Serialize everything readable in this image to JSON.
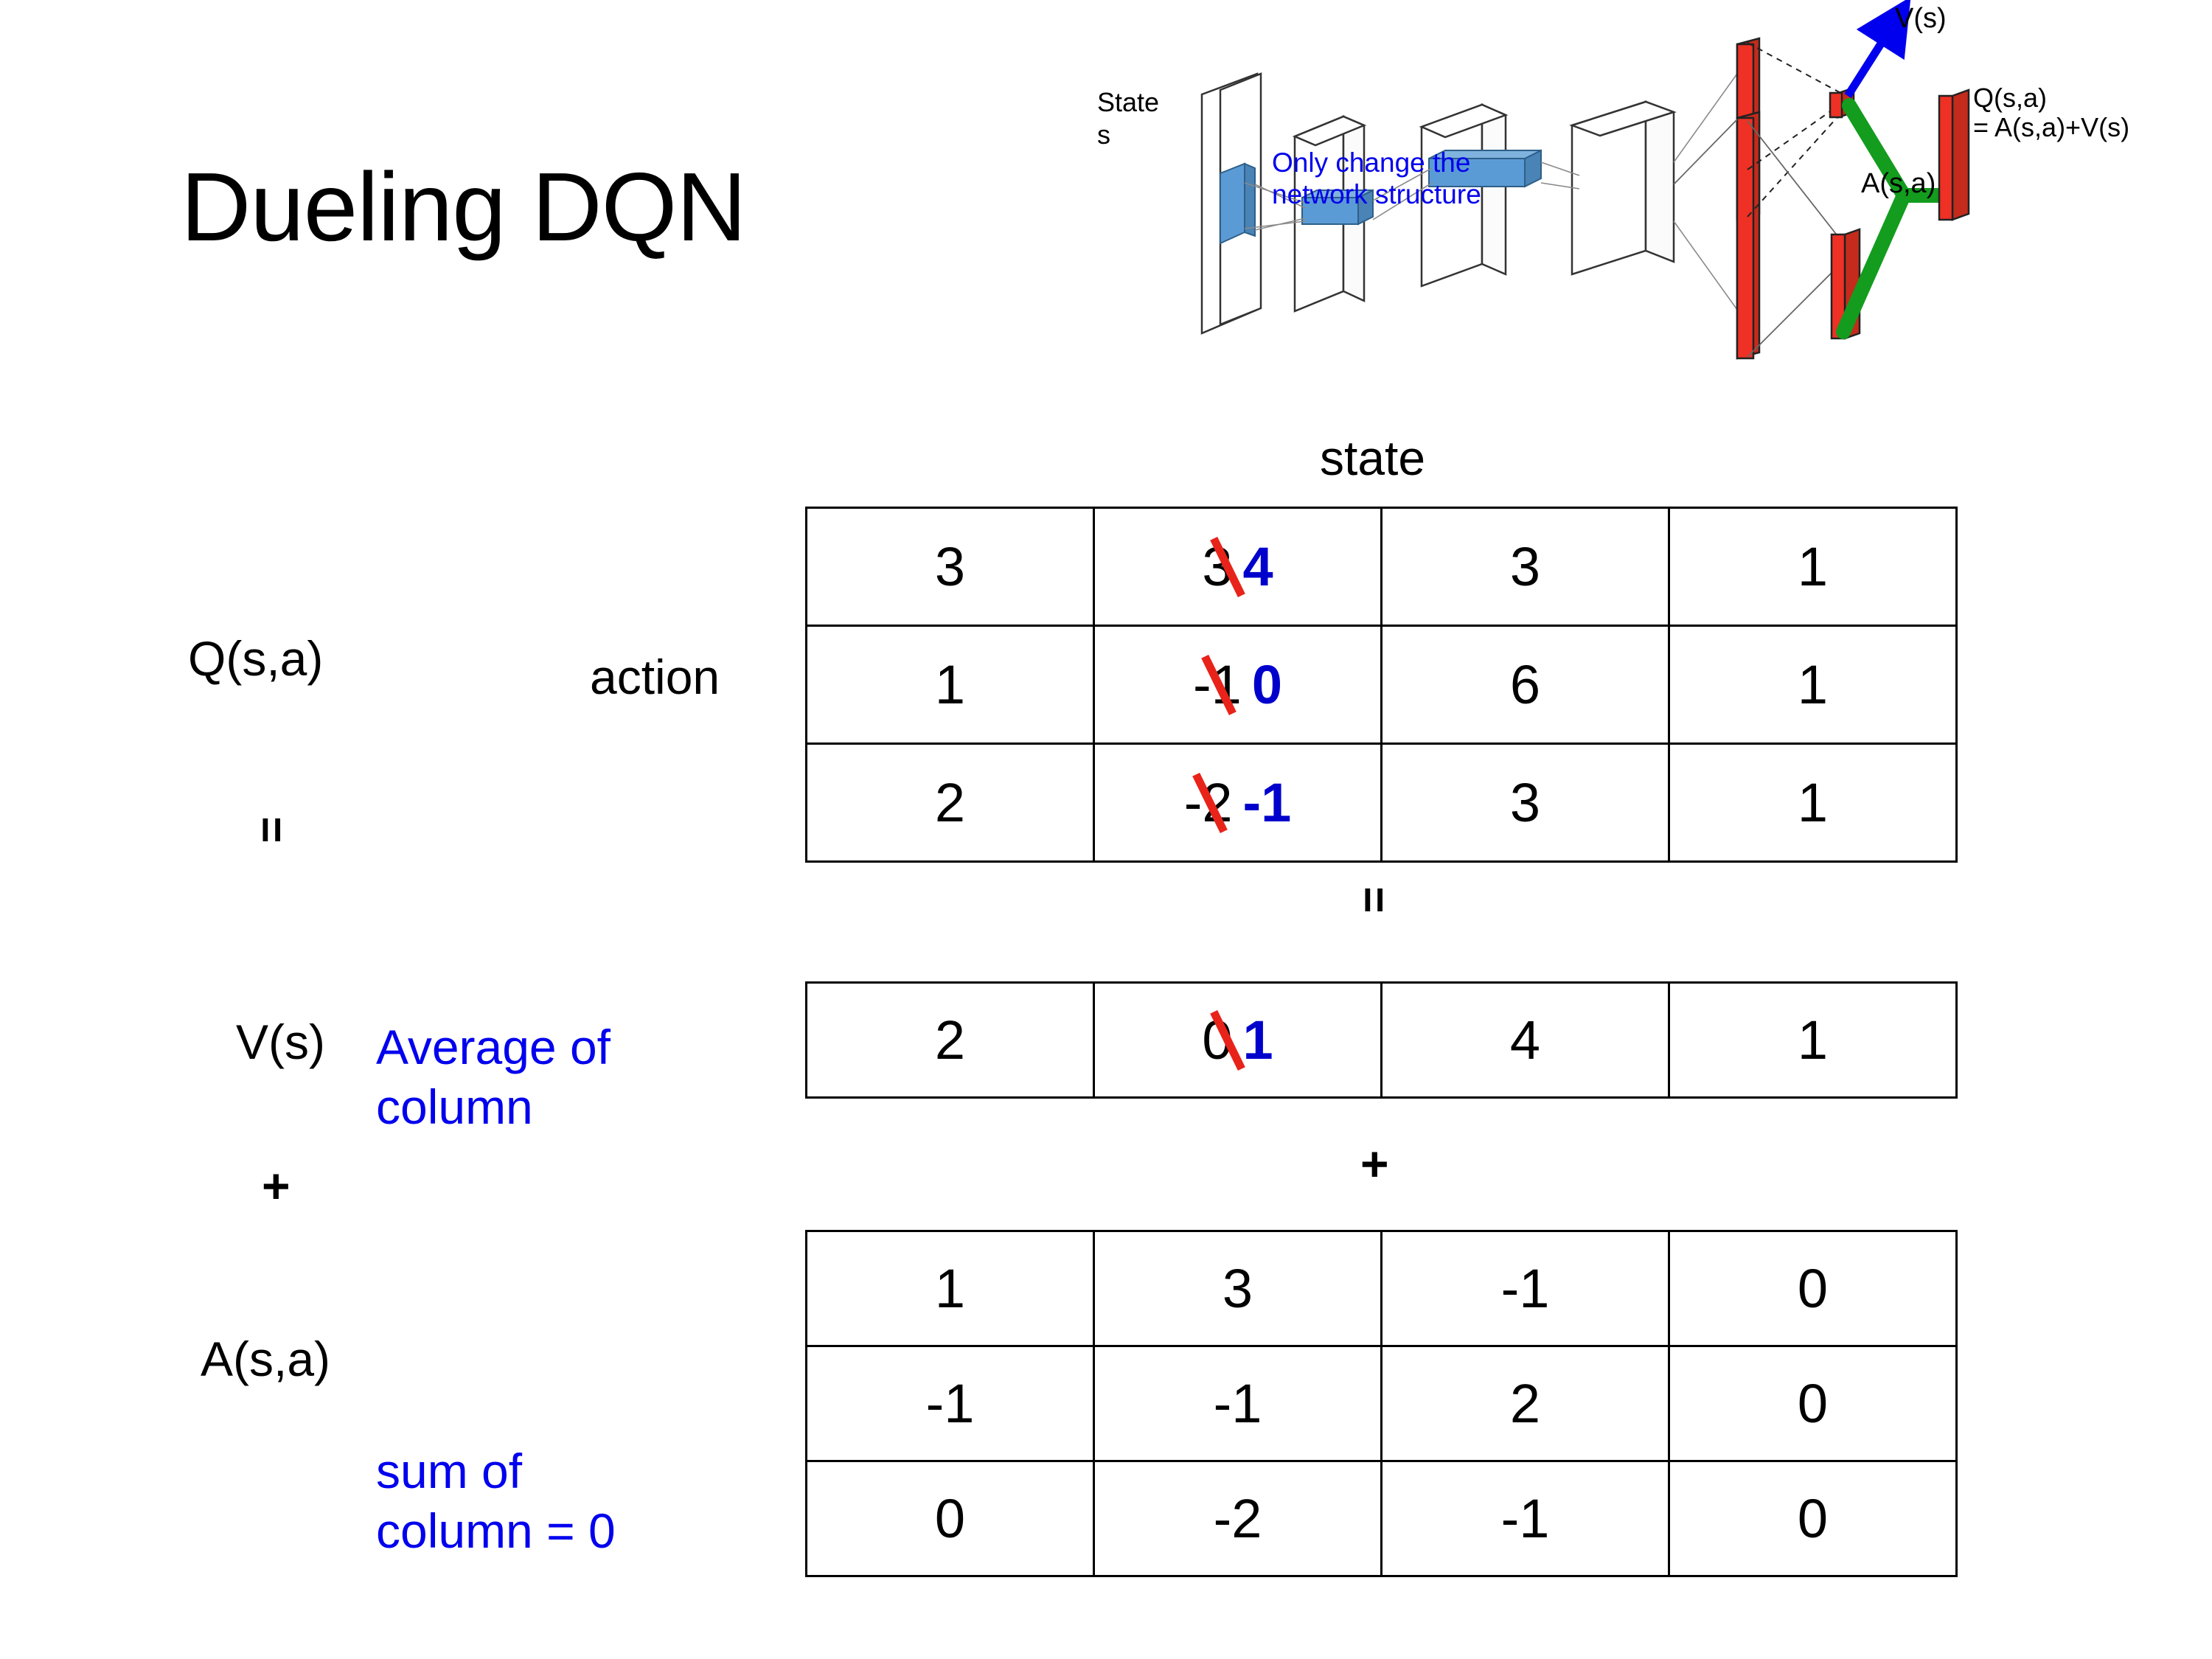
{
  "slide": {
    "title": "Dueling DQN"
  },
  "diagram": {
    "state_label_line1": "State",
    "state_label_line2": "s",
    "note": "Only change the\nnetwork structure",
    "note_line1": "Only change the",
    "note_line2": "network structure",
    "value_stream_label": "V(s)",
    "advantage_stream_label": "A(s,a)",
    "output_label_line1": "Q(s,a)",
    "output_label_line2": "= A(s,a)+V(s)",
    "colors": {
      "note": "#0000ee",
      "arrow": "#0000ee",
      "bars": "#ee3124",
      "merge": "#139c1e",
      "conv": "#5b9bd5"
    }
  },
  "labels": {
    "state_axis": "state",
    "action_axis": "action",
    "q_label": "Q(s,a)",
    "v_label": "V(s)",
    "a_label": "A(s,a)",
    "equals_1": "=",
    "equals_2": "=",
    "plus_1": "+",
    "plus_2": "+",
    "avg_note_line1": "Average of",
    "avg_note_line2": "column",
    "sum_note_line1": "sum of",
    "sum_note_line2": "column = 0",
    "annotation_color": "#0000ee"
  },
  "tables": {
    "q": {
      "name": "Q(s,a)",
      "rows": [
        [
          {
            "value": "3"
          },
          {
            "value": "3",
            "struck": true,
            "new_value": "4"
          },
          {
            "value": "3"
          },
          {
            "value": "1"
          }
        ],
        [
          {
            "value": "1"
          },
          {
            "value": "-1",
            "struck": true,
            "new_value": "0"
          },
          {
            "value": "6"
          },
          {
            "value": "1"
          }
        ],
        [
          {
            "value": "2"
          },
          {
            "value": "-2",
            "struck": true,
            "new_value": "-1"
          },
          {
            "value": "3"
          },
          {
            "value": "1"
          }
        ]
      ]
    },
    "v": {
      "name": "V(s)",
      "rows": [
        [
          {
            "value": "2"
          },
          {
            "value": "0",
            "struck": true,
            "new_value": "1"
          },
          {
            "value": "4"
          },
          {
            "value": "1"
          }
        ]
      ]
    },
    "a": {
      "name": "A(s,a)",
      "rows": [
        [
          {
            "value": "1"
          },
          {
            "value": "3"
          },
          {
            "value": "-1"
          },
          {
            "value": "0"
          }
        ],
        [
          {
            "value": "-1"
          },
          {
            "value": "-1"
          },
          {
            "value": "2"
          },
          {
            "value": "0"
          }
        ],
        [
          {
            "value": "0"
          },
          {
            "value": "-2"
          },
          {
            "value": "-1"
          },
          {
            "value": "0"
          }
        ]
      ]
    }
  }
}
